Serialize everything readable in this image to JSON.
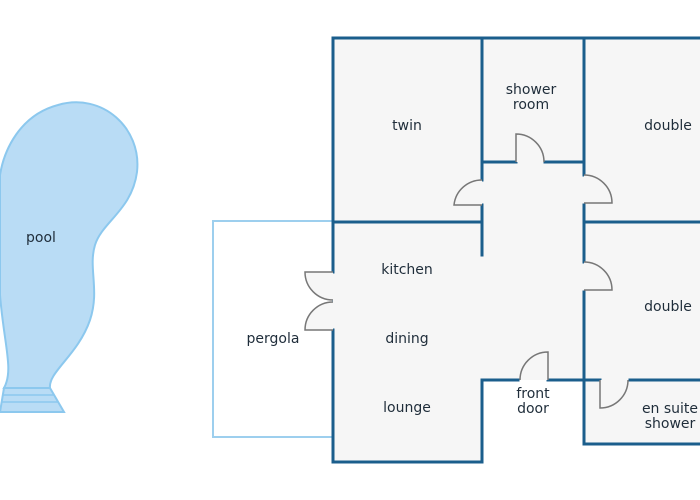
{
  "labels": {
    "pool": "pool",
    "pergola": "pergola",
    "twin": "twin",
    "shower_room_line1": "shower",
    "shower_room_line2": "room",
    "double_top": "double",
    "kitchen": "kitchen",
    "dining": "dining",
    "lounge": "lounge",
    "front_door_line1": "front",
    "front_door_line2": "door",
    "double_bottom": "double",
    "ensuite_line1": "en suite",
    "ensuite_line2": "shower"
  },
  "colors": {
    "wall": "#1b5e8c",
    "room_fill": "#f6f6f6",
    "pool_fill": "#b9dcf5",
    "pool_stroke": "#8cc8ee",
    "pergola_stroke": "#9dcfee",
    "door_stroke": "#777777",
    "text": "#1f2d3a"
  }
}
